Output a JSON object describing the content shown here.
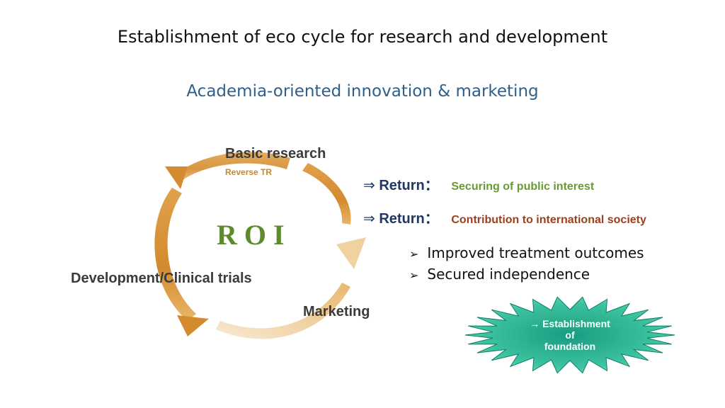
{
  "title": "Establishment of eco cycle for research and development",
  "subtitle": "Academia-oriented innovation & marketing",
  "cycle": {
    "center": "ROI",
    "nodes": {
      "basic_research": "Basic research",
      "reverse_tr": "Reverse TR",
      "development": "Development/Clinical trials",
      "marketing": "Marketing"
    }
  },
  "returns": [
    {
      "arrow": "⇒",
      "label": "Return",
      "colon": "：",
      "detail": "Securing of public interest",
      "color": "#6a9a33"
    },
    {
      "arrow": "⇒",
      "label": "Return",
      "colon": "：",
      "detail": "Contribution to international society",
      "color": "#9b3f1e"
    }
  ],
  "bullets": [
    {
      "marker": "➢",
      "text": "Improved treatment outcomes"
    },
    {
      "marker": "➢",
      "text": "Secured independence"
    }
  ],
  "foundation_badge": {
    "line1": "→ Establishment",
    "line2": "of",
    "line3": "foundation",
    "color": "#1fa58a"
  },
  "colors": {
    "cycle_arrow": "#d9963c",
    "cycle_arrow_light": "#f3d7a6",
    "title_blue": "#2f5f8a"
  }
}
